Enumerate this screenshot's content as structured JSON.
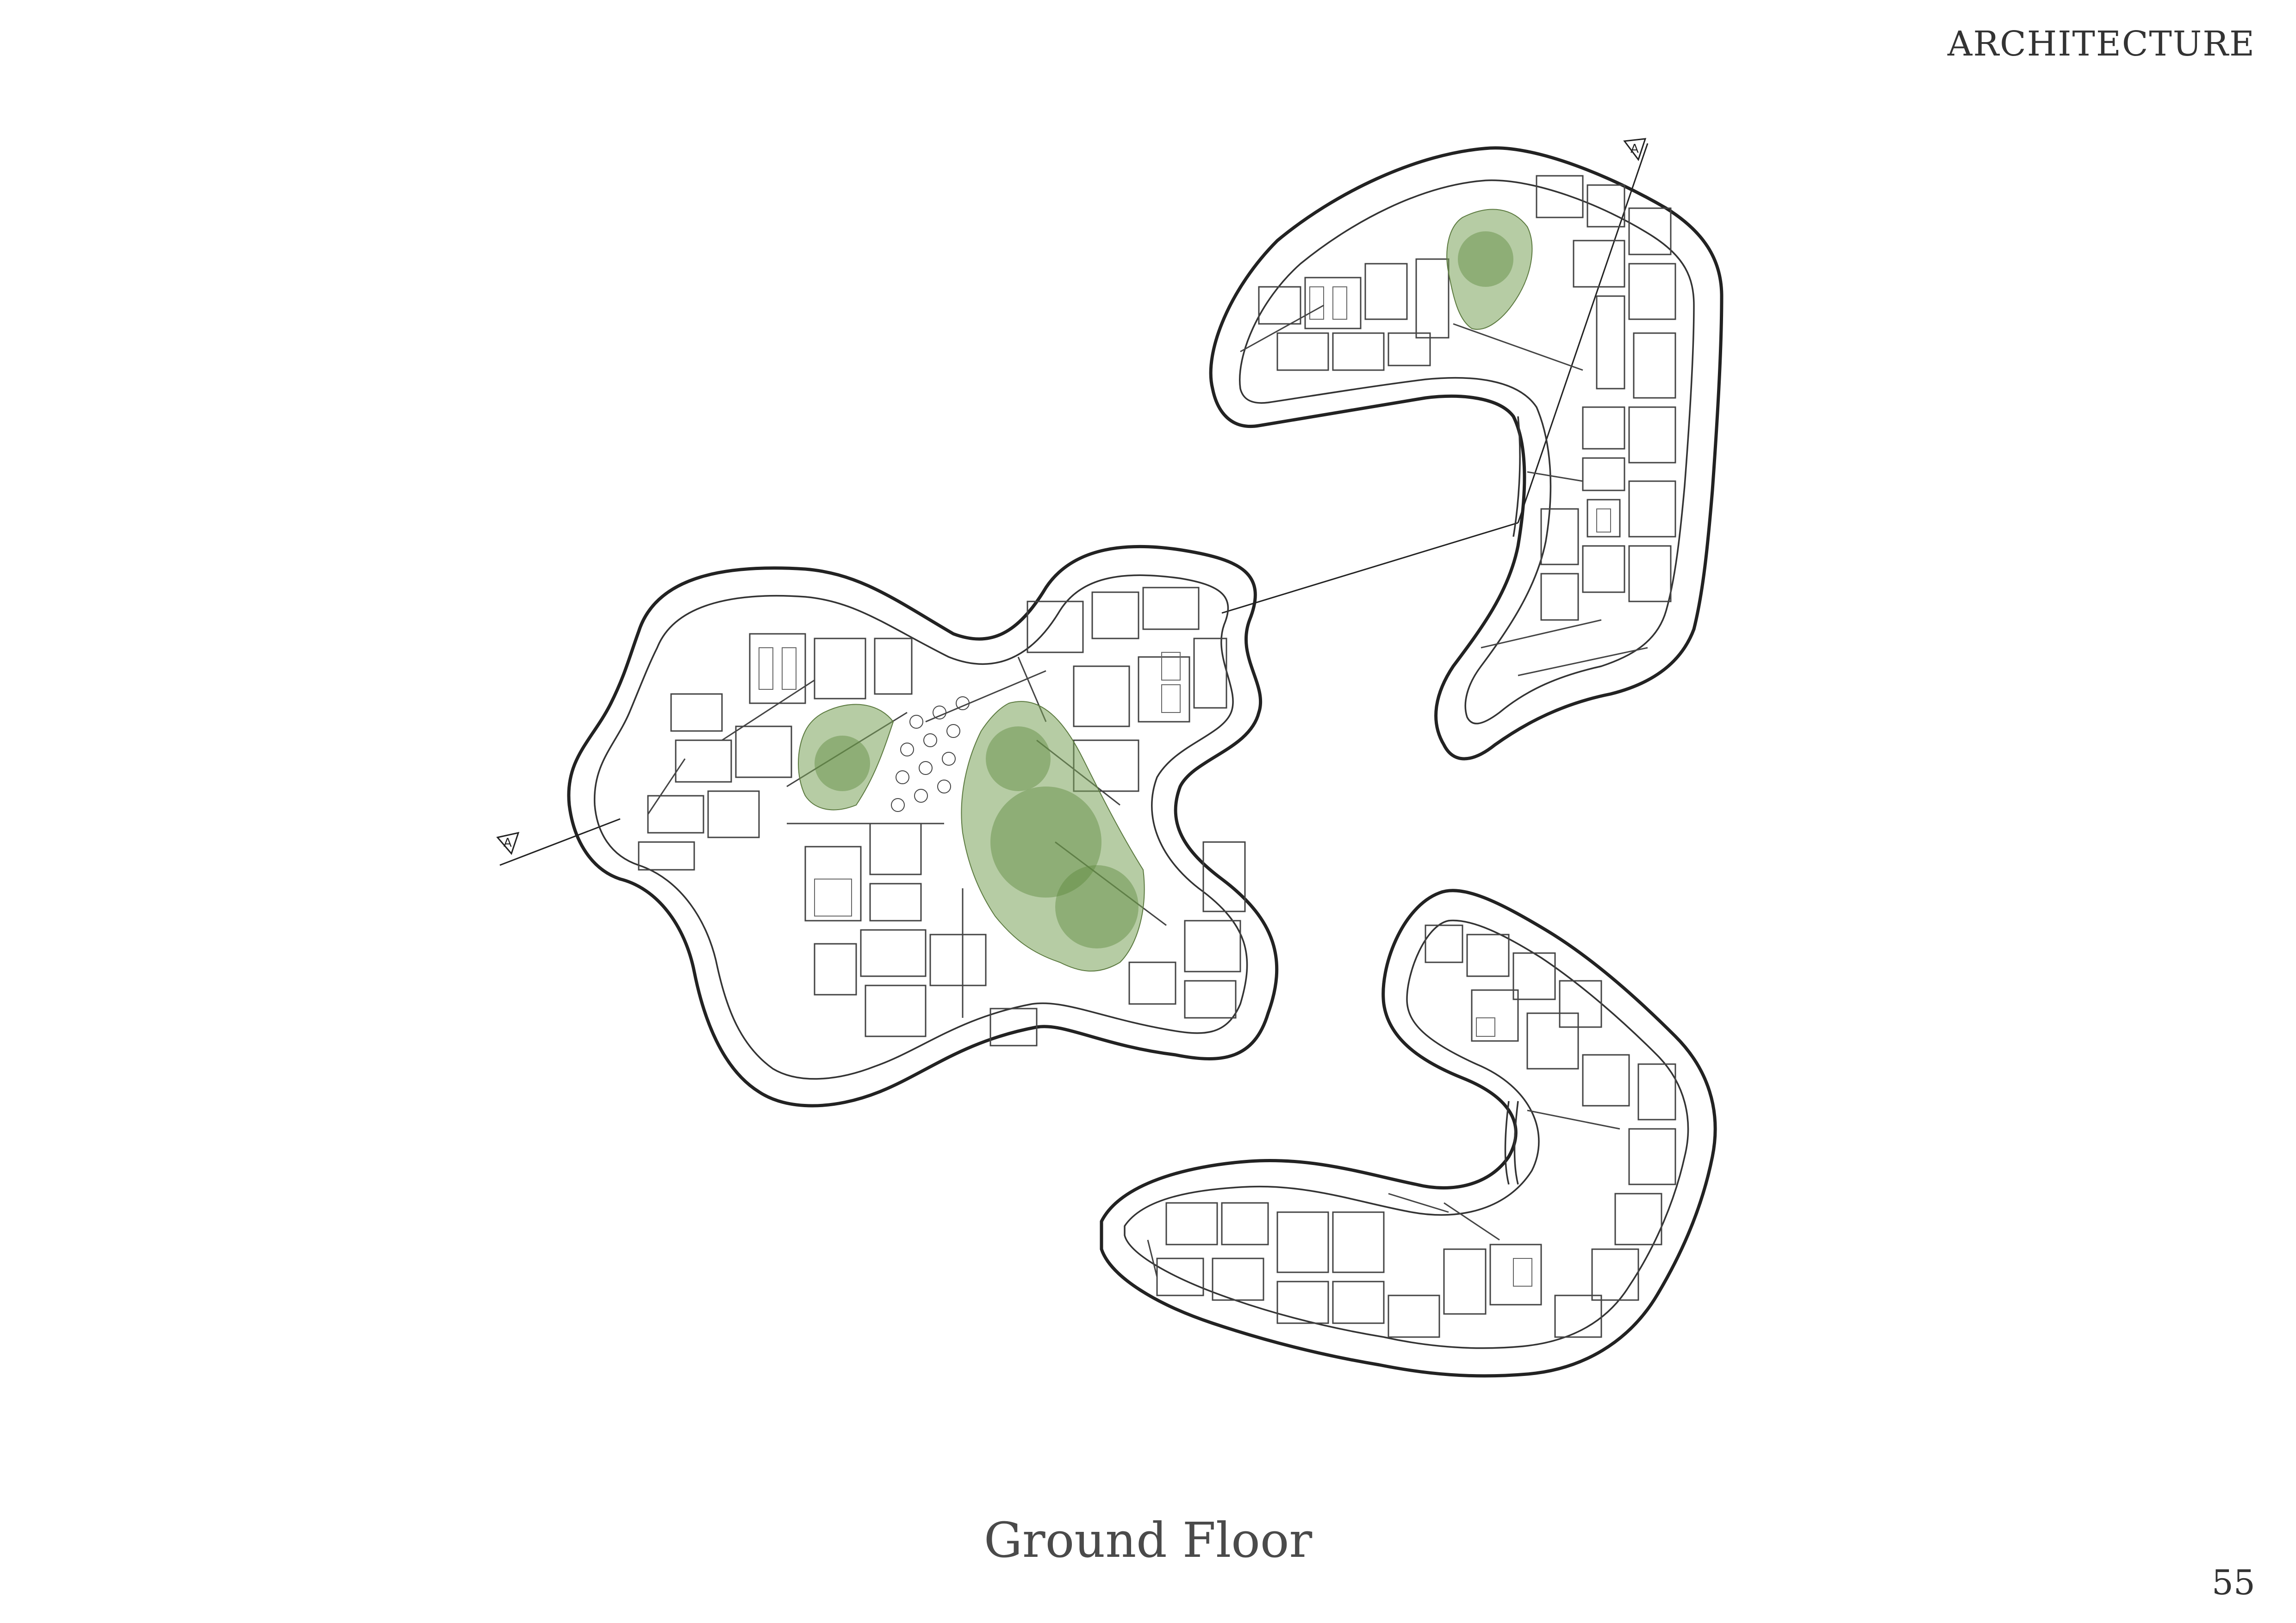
{
  "header": {
    "section": "ARCHITECTURE"
  },
  "drawing": {
    "title": "Ground Floor",
    "section_marker": "A"
  },
  "footer": {
    "page_number": "55"
  },
  "colors": {
    "vegetation": "#7aa35a",
    "linework": "#222222",
    "background": "#ffffff"
  }
}
